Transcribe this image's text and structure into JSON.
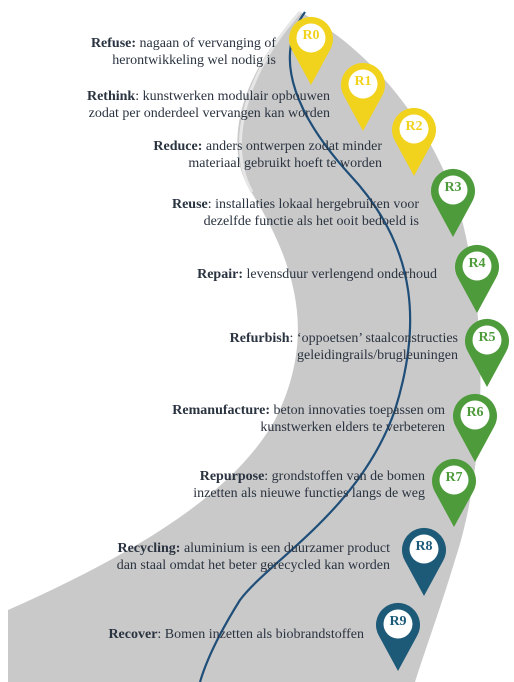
{
  "colors": {
    "road": "#c9c9c9",
    "road_center_line": "#1f4e79",
    "yellow": "#f1d21c",
    "green": "#4e9b3c",
    "blue": "#1d5a78",
    "text": "#2a3340"
  },
  "items": [
    {
      "code": "R0",
      "term": "Refuse:",
      "desc_line1": "nagaan of vervanging of",
      "desc_line2": "herontwikkeling wel nodig is",
      "color": "yellow"
    },
    {
      "code": "R1",
      "term": "Rethink",
      "desc_line1": ": kunstwerken modulair opbouwen",
      "desc_line2": "zodat per onderdeel vervangen kan worden",
      "color": "yellow"
    },
    {
      "code": "R2",
      "term": "Reduce:",
      "desc_line1": "anders ontwerpen zodat minder",
      "desc_line2": "materiaal gebruikt hoeft te worden",
      "color": "yellow"
    },
    {
      "code": "R3",
      "term": "Reuse",
      "desc_line1": ": installaties lokaal hergebruiken voor",
      "desc_line2": "dezelfde functie als het ooit bedoeld is",
      "color": "green"
    },
    {
      "code": "R4",
      "term": "Repair:",
      "desc_line1": "levensduur verlengend onderhoud",
      "desc_line2": "",
      "color": "green"
    },
    {
      "code": "R5",
      "term": "Refurbish",
      "desc_line1": ": ‘oppoetsen’ staalconstructies",
      "desc_line2": "geleidingrails/brugleuningen",
      "color": "green"
    },
    {
      "code": "R6",
      "term": "Remanufacture:",
      "desc_line1": "beton innovaties toepassen om",
      "desc_line2": "kunstwerken elders te verbeteren",
      "color": "green"
    },
    {
      "code": "R7",
      "term": "Repurpose",
      "desc_line1": ": grondstoffen van de bomen",
      "desc_line2": "inzetten als nieuwe functies langs de weg",
      "color": "green"
    },
    {
      "code": "R8",
      "term": "Recycling:",
      "desc_line1": "aluminium is een duurzamer product",
      "desc_line2": "dan staal omdat het beter gerecycled kan worden",
      "color": "blue"
    },
    {
      "code": "R9",
      "term": "Recover",
      "desc_line1": ": Bomen inzetten als biobrandstoffen",
      "desc_line2": "",
      "color": "blue"
    }
  ]
}
